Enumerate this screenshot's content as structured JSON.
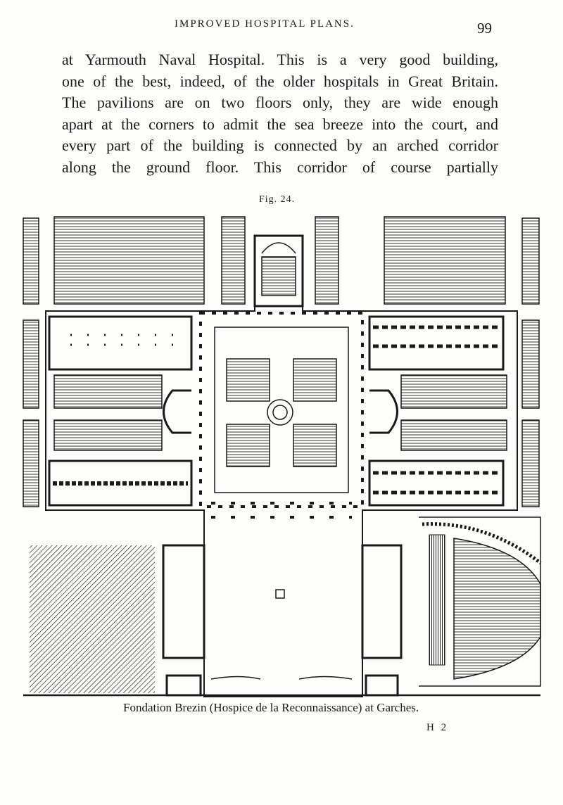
{
  "header": {
    "running_title": "IMPROVED HOSPITAL PLANS.",
    "page_number": "99"
  },
  "body": {
    "lines": [
      "at Yarmouth Naval Hospital. This is a very good building,",
      "one of the best, indeed, of the older hospitals in Great Britain.",
      "The pavilions are on two floors only, they are wide enough",
      "apart at the corners to admit the sea breeze into the court, and",
      "every part of the building is connected by an arched corridor",
      "along the ground floor. This corridor of course partially"
    ]
  },
  "figure": {
    "label": "Fig. 24.",
    "caption": "Fondation Brezin (Hospice de la Reconnaissance) at Garches."
  },
  "footer": {
    "signature_mark": "H 2"
  }
}
